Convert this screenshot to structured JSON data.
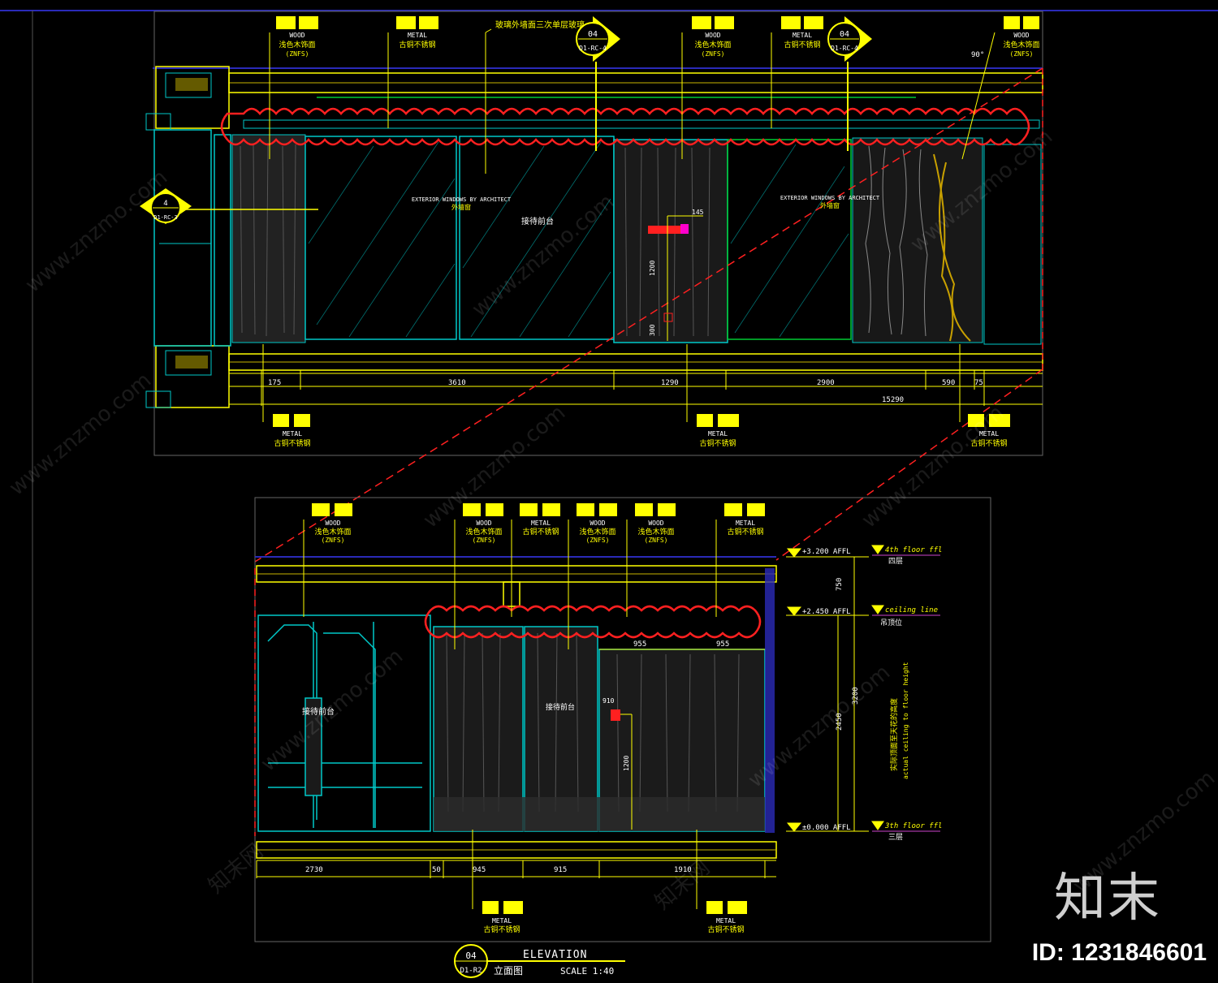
{
  "colors": {
    "bg": "#000000",
    "yellow": "#ffff00",
    "cyan": "#00c8c8",
    "red": "#ff2020",
    "blue": "#2a2ab8",
    "white": "#ffffff",
    "magenta": "#ff00cc",
    "green": "#00cc33"
  },
  "plan": {
    "top_note": "玻璃外墙面三次单层玻璃",
    "section_markers": [
      {
        "num": "04",
        "ref": "D1-RC-4"
      },
      {
        "num": "04",
        "ref": "D1-RC-4"
      }
    ],
    "left_marker": {
      "num": "4",
      "ref": "D1-RC-3"
    },
    "top_tags": [
      {
        "code": "WOOD",
        "cn": "浅色木饰面",
        "sub": "(ZNFS)"
      },
      {
        "code": "METAL",
        "cn": "古铜不锈钢",
        "sub": ""
      },
      {
        "code": "WOOD",
        "cn": "浅色木饰面",
        "sub": "(ZNFS)"
      },
      {
        "code": "METAL",
        "cn": "古铜不锈钢",
        "sub": ""
      },
      {
        "code": "WOOD",
        "cn": "浅色木饰面",
        "sub": "(ZNFS)"
      }
    ],
    "bottom_tags": [
      {
        "code": "METAL",
        "cn": "古铜不锈钢"
      },
      {
        "code": "METAL",
        "cn": "古铜不锈钢"
      },
      {
        "code": "METAL",
        "cn": "古铜不锈钢"
      }
    ],
    "glazing_note_1": "EXTERIOR WINDOWS BY ARCHITECT",
    "glazing_note_2": "EXTERIOR WINDOWS BY ARCHITECT",
    "glazing_cn": "外墙窗",
    "room_label": "接待前台",
    "angle": "90°",
    "dims": [
      "175",
      "3610",
      "1290",
      "2900",
      "590",
      "75",
      "15290"
    ],
    "vert_dims": [
      "1200",
      "300"
    ],
    "small_dim": "145"
  },
  "elevation": {
    "top_tags": [
      {
        "code": "WOOD",
        "cn": "浅色木饰面",
        "sub": "(ZNFS)"
      },
      {
        "code": "WOOD",
        "cn": "浅色木饰面",
        "sub": "(ZNFS)"
      },
      {
        "code": "METAL",
        "cn": "古铜不锈钢",
        "sub": ""
      },
      {
        "code": "WOOD",
        "cn": "浅色木饰面",
        "sub": "(ZNFS)"
      },
      {
        "code": "WOOD",
        "cn": "浅色木饰面",
        "sub": "(ZNFS)"
      },
      {
        "code": "METAL",
        "cn": "古铜不锈钢",
        "sub": ""
      }
    ],
    "bottom_tags": [
      {
        "code": "METAL",
        "cn": "古铜不锈钢"
      },
      {
        "code": "METAL",
        "cn": "古铜不锈钢"
      }
    ],
    "levels": [
      {
        "val": "+3.200 AFFL",
        "label": "4th floor ffl",
        "cn": "四层"
      },
      {
        "val": "+2.450 AFFL",
        "label": "ceiling line",
        "cn": "吊顶位"
      },
      {
        "val": "±0.000 AFFL",
        "label": "3th floor ffl",
        "cn": "三层"
      }
    ],
    "vertical_note_cn": "实际顶面至天花的高度",
    "vertical_note_en": "actual ceiling to floor height",
    "vert_dims": [
      "750",
      "3200",
      "2450"
    ],
    "dims": [
      "2730",
      "50",
      "945",
      "915",
      "1910"
    ],
    "top_dims": [
      "955",
      "955"
    ],
    "inner_vert_dims": [
      "1200",
      "910"
    ],
    "room_label": "接待前台",
    "centre_label": "接待前台"
  },
  "title_block": {
    "num": "04",
    "ref": "D1-R2",
    "title": "ELEVATION",
    "cn": "立面图",
    "scale": "SCALE 1:40"
  },
  "watermark": "www.znzmo.com",
  "watermark_cn": "知末网",
  "brand": "知末",
  "image_id": "ID: 1231846601"
}
